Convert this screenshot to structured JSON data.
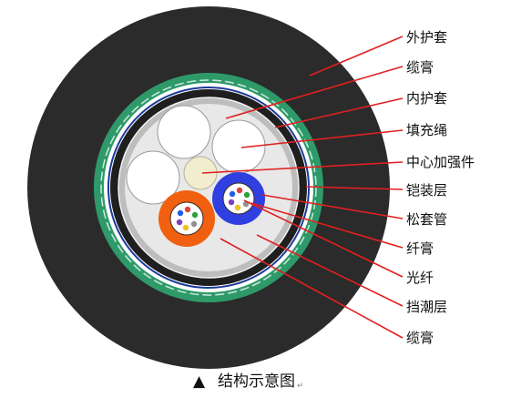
{
  "labels": {
    "outer_sheath": "外护套",
    "cable_gel_1": "缆膏",
    "inner_sheath": "内护套",
    "filler_rope": "填充绳",
    "central_strength_member": "中心加强件",
    "armor_layer": "铠装层",
    "loose_tube": "松套管",
    "fiber_gel": "纤膏",
    "optical_fiber": "光纤",
    "water_blocking_layer": "挡潮层",
    "cable_gel_2": "缆膏"
  },
  "caption": {
    "symbol": "▲",
    "text": "结构示意图",
    "return_mark": "↵"
  },
  "colors": {
    "outer_sheath": "#2b2b2b",
    "armor_green": "#2e9a6a",
    "inner_black": "#1f1f1f",
    "water_blocking": "#bdbdbd",
    "cable_gel": "#e8e8e8",
    "filler": "#ffffff",
    "central_member": "#f3edcf",
    "tube_orange": "#f06010",
    "tube_blue": "#2f3fe0",
    "leader_line": "#e02020"
  },
  "fiber_colors": [
    "#2060e0",
    "#e04040",
    "#30a040",
    "#909090",
    "#f0c020",
    "#8040c0"
  ]
}
